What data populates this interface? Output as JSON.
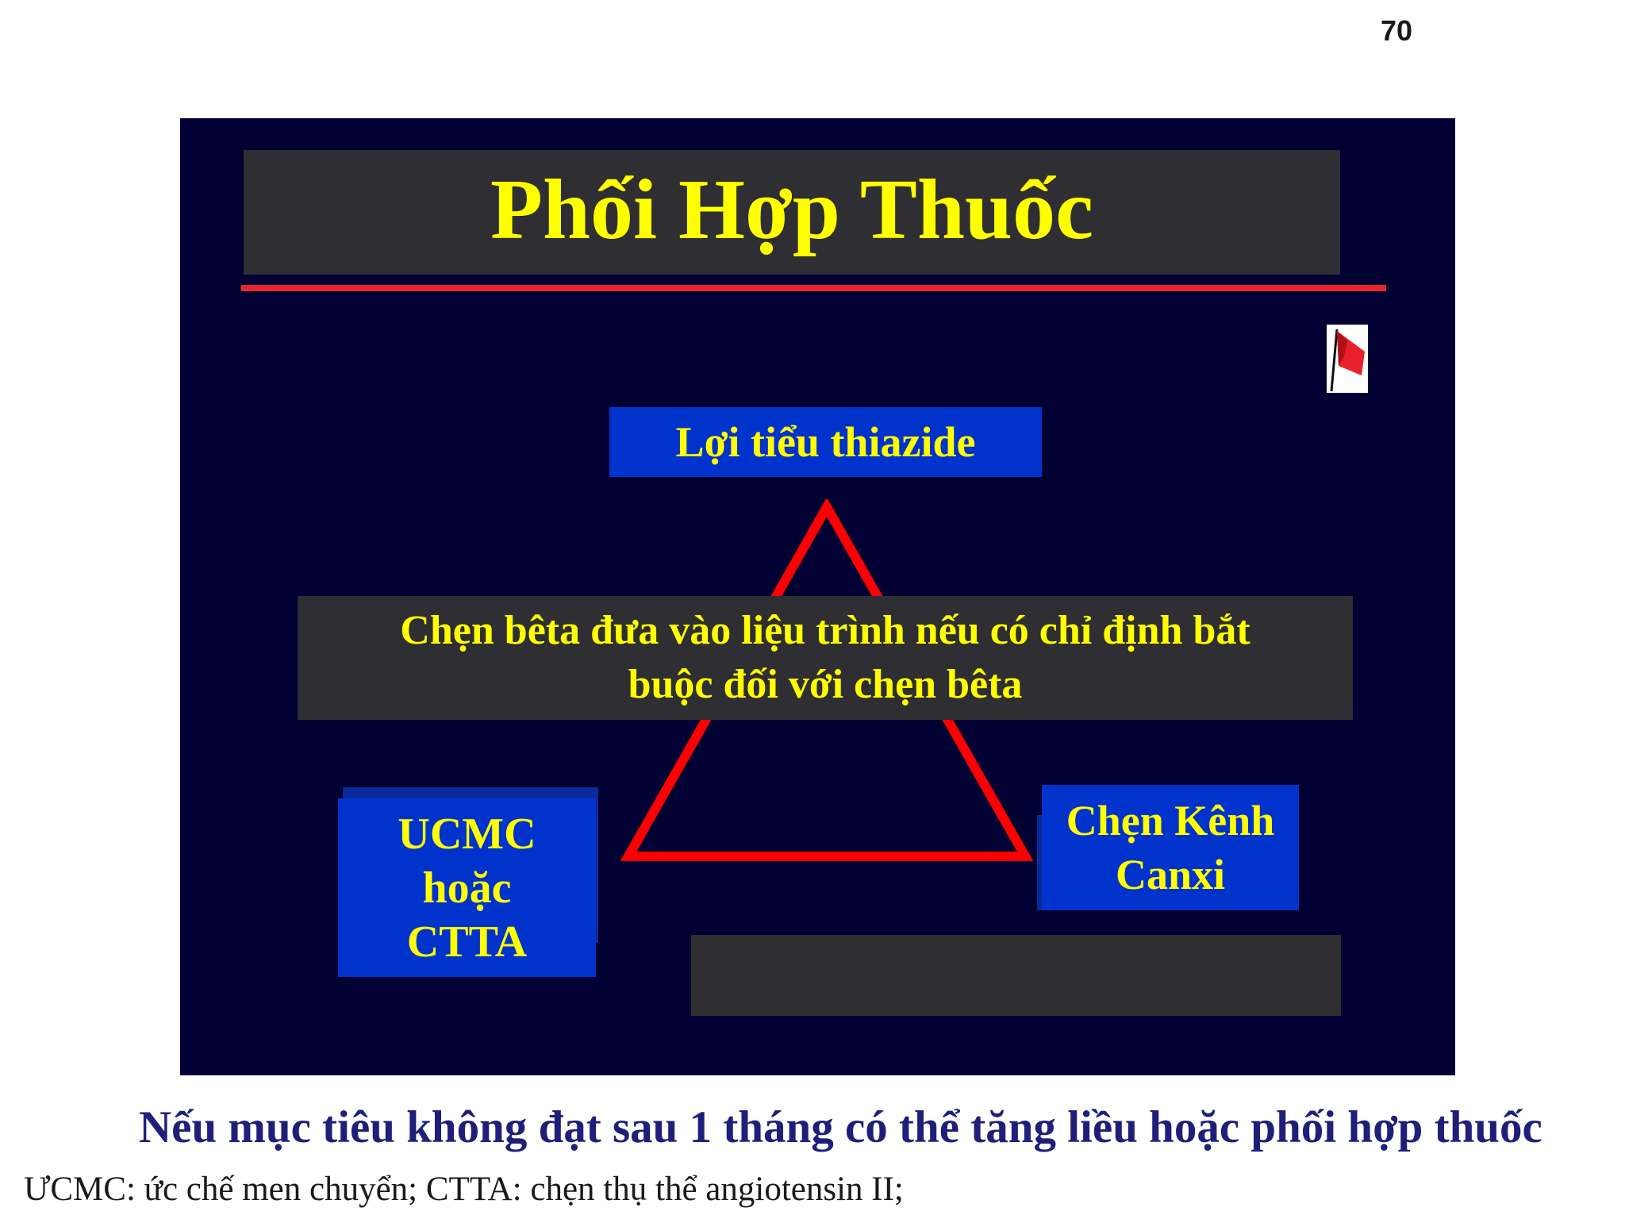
{
  "page_number": "70",
  "slide": {
    "title": "Phối Hợp Thuốc",
    "top_box": "Lợi  tiểu thiazide",
    "middle_box": {
      "line1": "Chẹn bêta  đưa vào liệu trình nếu có chỉ định bắt",
      "line2": "buộc đối với chẹn bêta"
    },
    "left_box": {
      "line1": "UCMC",
      "line2": "hoặc",
      "line3": "CTTA"
    },
    "right_box": {
      "line1": "Chẹn Kênh",
      "line2": "Canxi"
    },
    "flag_icon": "red-flag-icon"
  },
  "caption": "Nếu mục tiêu  không đạt sau 1 tháng có thể tăng liều hoặc phối hợp thuốc",
  "footnote": "ƯCMC: ức chế men chuyển; CTTA: chẹn thụ thể angiotensin II;",
  "colors": {
    "slide_background": "#000033",
    "text_box": "#2e2e33",
    "blue_box": "#0033cc",
    "highlight_text": "#ffff00",
    "rule": "#e8252d",
    "triangle": "#ff0000",
    "caption_text": "#1f1f7a"
  }
}
